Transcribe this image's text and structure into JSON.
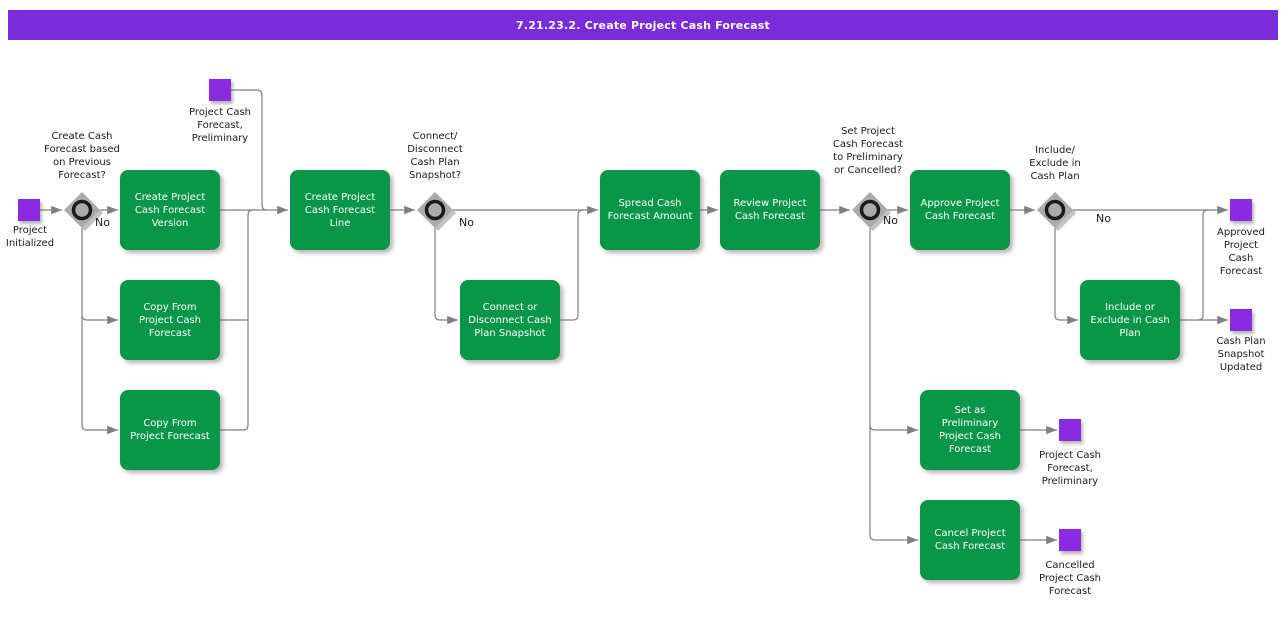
{
  "title_bar": {
    "text": "7.21.23.2. Create Project Cash Forecast"
  },
  "colors": {
    "banner": "#7B2BD9",
    "banner_text": "#FFFFFF",
    "task_fill": "#0A9648",
    "task_text": "#FFFFFF",
    "event_fill": "#8A2BE2",
    "gateway_fill": "#ABABAB",
    "gateway_ring": "#1A1A1A",
    "connector": "#808080",
    "label_text": "#1A1A1A"
  },
  "tasks": {
    "create_version": {
      "label": "Create Project\nCash Forecast\nVersion"
    },
    "copy_from_project_cash_forecast": {
      "label": "Copy From\nProject Cash\nForecast"
    },
    "copy_from_project_forecast": {
      "label": "Copy From\nProject Forecast"
    },
    "create_line": {
      "label": "Create Project\nCash Forecast\nLine"
    },
    "connect_or_disconnect_snapshot": {
      "label": "Connect or\nDisconnect Cash\nPlan Snapshot"
    },
    "spread_amount": {
      "label": "Spread Cash\nForecast Amount"
    },
    "review": {
      "label": "Review Project\nCash Forecast"
    },
    "approve": {
      "label": "Approve Project\nCash Forecast"
    },
    "include_exclude": {
      "label": "Include or\nExclude in Cash\nPlan"
    },
    "set_preliminary": {
      "label": "Set as\nPreliminary\nProject Cash\nForecast"
    },
    "cancel": {
      "label": "Cancel Project\nCash Forecast"
    }
  },
  "events": {
    "project_initialized": {
      "label": "Project\nInitialized"
    },
    "preliminary_in": {
      "label": "Project Cash\nForecast,\nPreliminary"
    },
    "approved": {
      "label": "Approved\nProject\nCash\nForecast"
    },
    "snapshot_updated": {
      "label": "Cash Plan\nSnapshot\nUpdated"
    },
    "preliminary_out": {
      "label": "Project Cash\nForecast,\nPreliminary"
    },
    "cancelled": {
      "label": "Cancelled\nProject Cash\nForecast"
    }
  },
  "decisions": {
    "previous_forecast": {
      "question": "Create Cash\nForecast based\non Previous\nForecast?",
      "no_label": "No"
    },
    "connect_snapshot": {
      "question": "Connect/\nDisconnect\nCash Plan\nSnapshot?",
      "no_label": "No"
    },
    "set_prelim_or_cancel": {
      "question": "Set Project\nCash Forecast\nto Preliminary\nor Cancelled?",
      "no_label": "No"
    },
    "include_in_cash_plan": {
      "question": "Include/\nExclude in\nCash Plan",
      "no_label": "No"
    }
  }
}
